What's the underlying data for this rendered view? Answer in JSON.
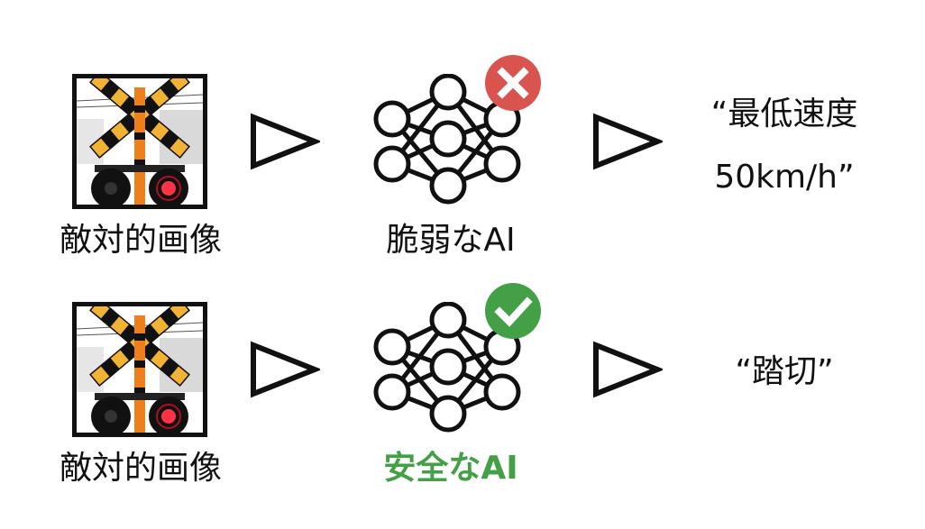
{
  "colors": {
    "reject": "#d9534f",
    "accept": "#43a047",
    "outline": "#111111",
    "sign_yellow": "#f2b233"
  },
  "rows": [
    {
      "image_label": "敵対的画像",
      "ai_label": "脆弱なAI",
      "status_icon": "x-circle-icon",
      "output_lines": [
        "“最低速度",
        "50km/h”"
      ]
    },
    {
      "image_label": "敵対的画像",
      "ai_label": "安全なAI",
      "status_icon": "check-circle-icon",
      "output_lines": [
        "“踏切”"
      ]
    }
  ]
}
